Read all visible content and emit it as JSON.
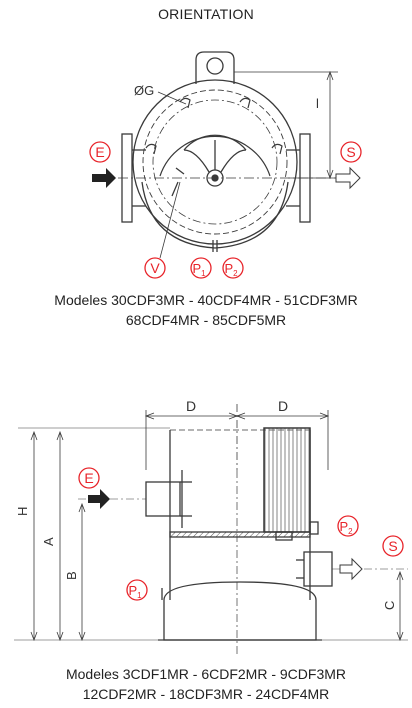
{
  "title": "ORIENTATION",
  "caption_top": [
    "Modeles 30CDF3MR - 40CDF4MR - 51CDF3MR",
    "68CDF4MR - 85CDF5MR"
  ],
  "caption_bottom": [
    "Modeles 3CDF1MR - 6CDF2MR - 9CDF3MR",
    "12CDF2MR - 18CDF3MR - 24CDF4MR"
  ],
  "top_view": {
    "diameter_label": "ØG",
    "dim_label": "l",
    "inlet": "E",
    "outlet": "S",
    "valve": "V",
    "p1": {
      "main": "P",
      "sub": "1"
    },
    "p2": {
      "main": "P",
      "sub": "2"
    }
  },
  "side_view": {
    "width_labels": [
      "D",
      "D"
    ],
    "height_labels": [
      "H",
      "A",
      "B"
    ],
    "outlet_height_label": "C",
    "inlet": "E",
    "outlet": "S",
    "p1": {
      "main": "P",
      "sub": "1"
    },
    "p2": {
      "main": "P",
      "sub": "2"
    }
  },
  "colors": {
    "accent": "#e8252b",
    "line": "#3a3a3a",
    "arrow": "#222222"
  }
}
